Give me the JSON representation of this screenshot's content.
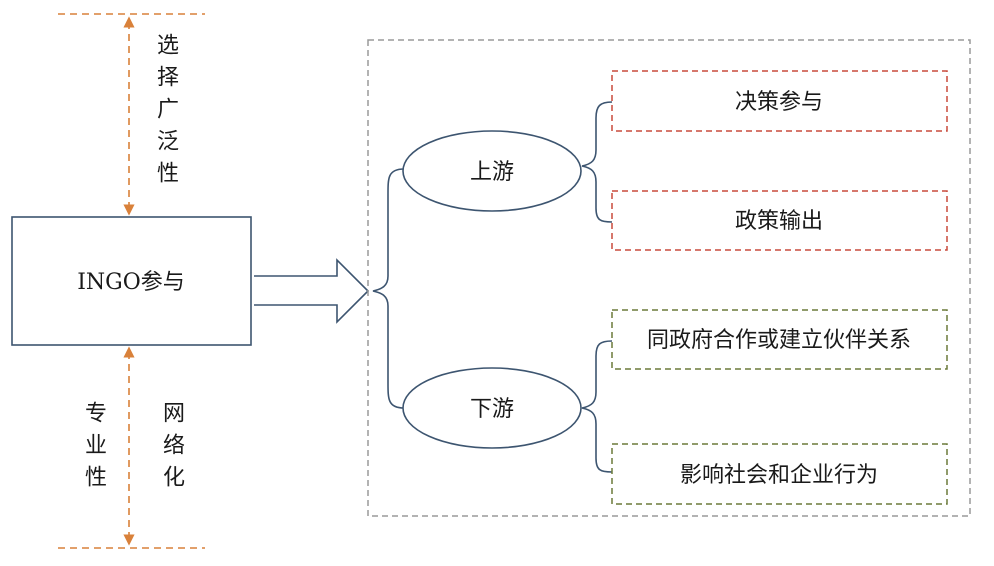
{
  "main_box": {
    "label": "INGO参与"
  },
  "axis": {
    "top_label": "选择广泛性",
    "bottom_label_left": "专业性",
    "bottom_label_right": "网络化"
  },
  "branches": {
    "upstream": {
      "label": "上游",
      "items": [
        "决策参与",
        "政策输出"
      ]
    },
    "downstream": {
      "label": "下游",
      "items": [
        "同政府合作或建立伙伴关系",
        "影响社会和企业行为"
      ]
    }
  },
  "colors": {
    "arrow_accent": "#d9813a",
    "upstream_border": "#c84a3c",
    "downstream_border": "#6b7a3a",
    "structure_stroke": "#3d5570",
    "container_border": "#9a9a9a"
  }
}
